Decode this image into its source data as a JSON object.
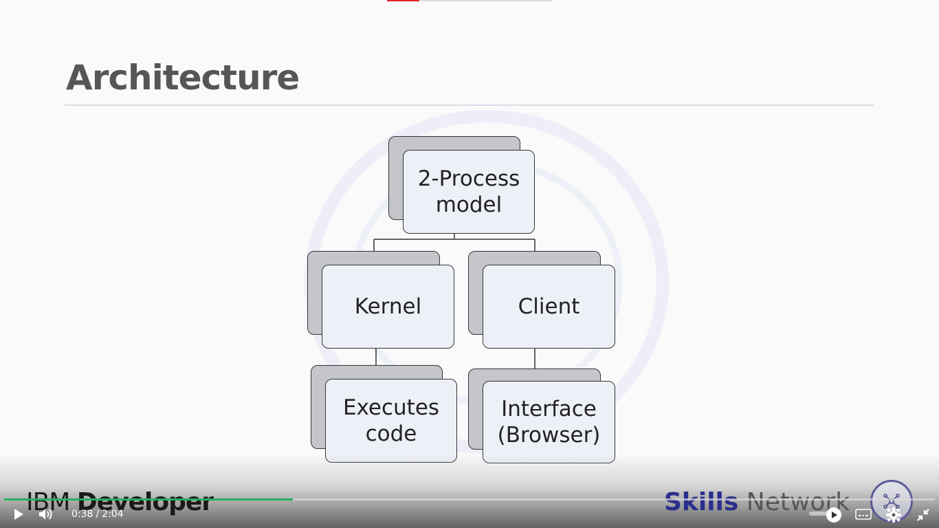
{
  "slide": {
    "title": "Architecture"
  },
  "diagram": {
    "nodes": [
      {
        "id": "root",
        "lines": [
          "2-Process",
          "model"
        ]
      },
      {
        "id": "kernel",
        "lines": [
          "Kernel"
        ]
      },
      {
        "id": "client",
        "lines": [
          "Client"
        ]
      },
      {
        "id": "executes",
        "lines": [
          "Executes",
          "code"
        ]
      },
      {
        "id": "interface",
        "lines": [
          "Interface",
          "(Browser)"
        ]
      }
    ]
  },
  "branding": {
    "ibm_regular": "IBM ",
    "ibm_bold": "Developer",
    "skills_bold": "Skills",
    "skills_regular": " Network"
  },
  "player": {
    "current_time": "0:38",
    "separator": "/",
    "duration": "2:04",
    "progress_fraction": 0.31,
    "accent_color": "#22b35e",
    "icons": [
      "play-icon",
      "volume-icon",
      "autoplay-icon",
      "subtitles-icon",
      "settings-icon",
      "exit-fullscreen-icon"
    ]
  }
}
